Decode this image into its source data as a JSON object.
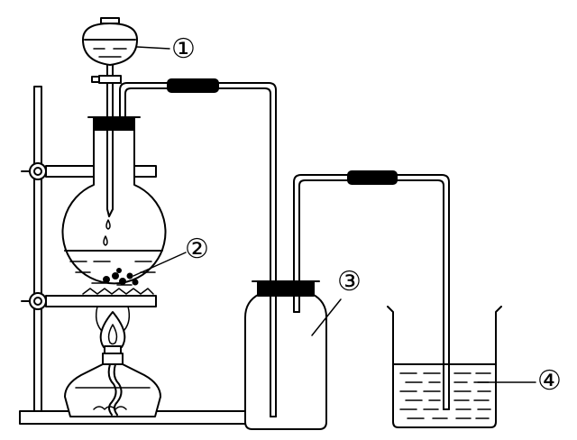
{
  "labels": {
    "separatory_funnel": "①",
    "round_flask": "②",
    "gas_bottle": "③",
    "beaker": "④"
  },
  "colors": {
    "line": "#000000",
    "background": "#ffffff"
  }
}
